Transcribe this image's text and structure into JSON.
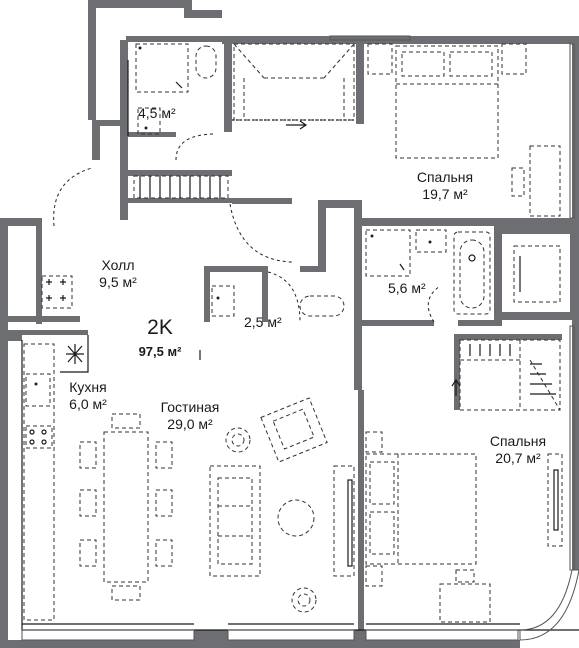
{
  "plan": {
    "type_label": "2K",
    "total_area": "97,5 м²",
    "rooms": [
      {
        "id": "bath1",
        "area": "4,5 м²"
      },
      {
        "id": "bedroom1",
        "name": "Спальня",
        "area": "19,7 м²"
      },
      {
        "id": "hall",
        "name": "Холл",
        "area": "9,5 м²"
      },
      {
        "id": "wc",
        "area": "2,5 м²"
      },
      {
        "id": "bath2",
        "area": "5,6 м²"
      },
      {
        "id": "kitchen",
        "name": "Кухня",
        "area": "6,0 м²"
      },
      {
        "id": "living",
        "name": "Гостиная",
        "area": "29,0 м²"
      },
      {
        "id": "bedroom2",
        "name": "Спальня",
        "area": "20,7 м²"
      }
    ]
  },
  "colors": {
    "wall": "#6d6e71",
    "line": "#1a1a1a",
    "background": "#ffffff"
  }
}
